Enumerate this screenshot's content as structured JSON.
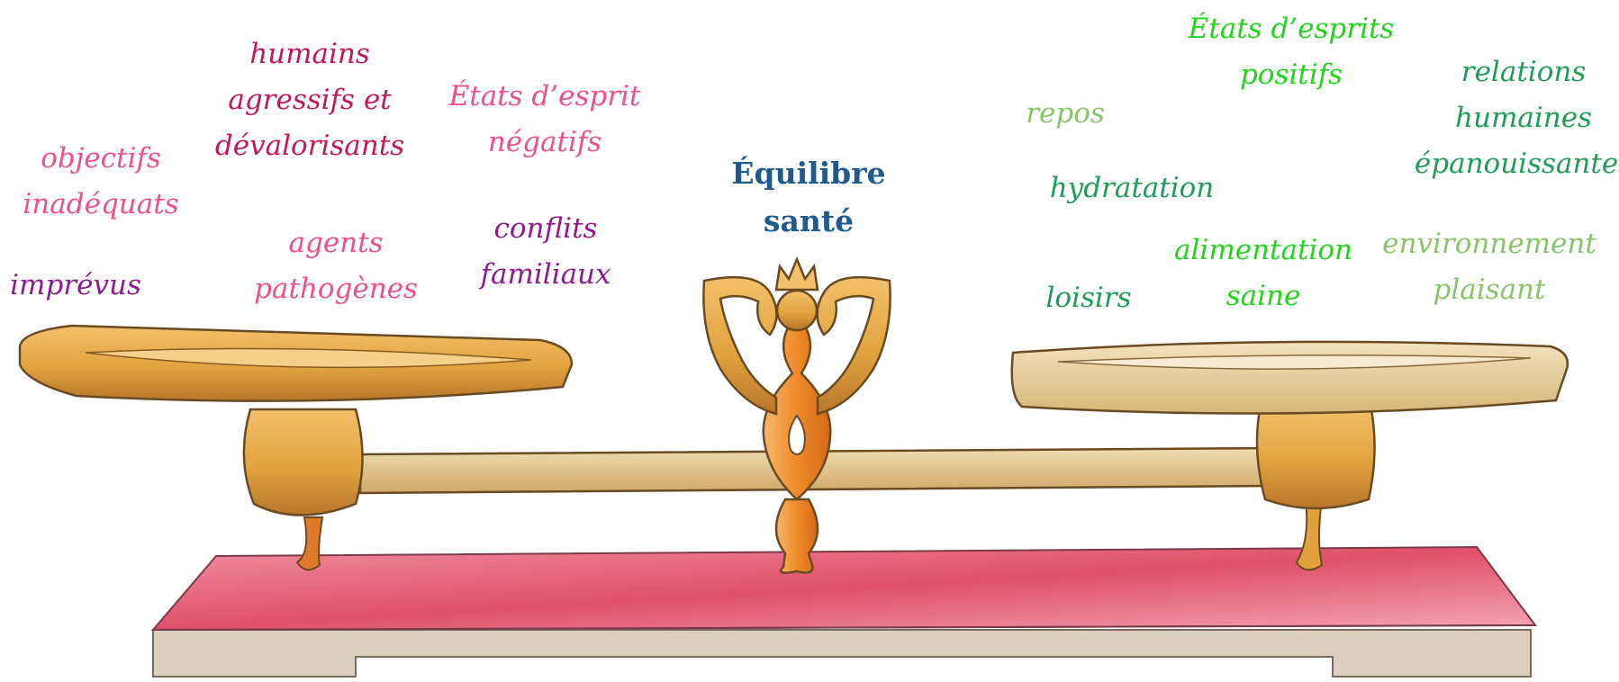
{
  "title": {
    "lines": [
      "Équilibre",
      "santé"
    ],
    "color": "#1f5a8e"
  },
  "negative_factors": [
    {
      "lines": [
        "humains",
        "agressifs et",
        "dévalorisants"
      ],
      "color": "#c2185b"
    },
    {
      "lines": [
        "États d’esprit",
        "négatifs"
      ],
      "color": "#ee4f8d"
    },
    {
      "lines": [
        "objectifs",
        "inadéquats"
      ],
      "color": "#ee4f8d"
    },
    {
      "lines": [
        "agents",
        "pathogènes"
      ],
      "color": "#ee4f8d"
    },
    {
      "lines": [
        "conflits",
        "familiaux"
      ],
      "color": "#8e1a8e"
    },
    {
      "lines": [
        "imprévus"
      ],
      "color": "#8e1a8e"
    }
  ],
  "positive_factors": [
    {
      "lines": [
        "États d’esprits",
        "positifs"
      ],
      "color": "#22d51c"
    },
    {
      "lines": [
        "relations",
        "humaines",
        "épanouissantes"
      ],
      "color": "#1f9c57"
    },
    {
      "lines": [
        "repos"
      ],
      "color": "#8ac46a"
    },
    {
      "lines": [
        "hydratation"
      ],
      "color": "#1f9c57"
    },
    {
      "lines": [
        "alimentation",
        "saine"
      ],
      "color": "#22d51c"
    },
    {
      "lines": [
        "environnement",
        "plaisant"
      ],
      "color": "#8ac46a"
    },
    {
      "lines": [
        "loisirs"
      ],
      "color": "#1f9c57"
    }
  ],
  "illustration": {
    "object": "balance-scale",
    "tilt": "left pan lower",
    "colors": {
      "brass": "#e2a33e",
      "brass_dark": "#a8661c",
      "brass_light": "#f2c06a",
      "pan_right": "#e5cf9c",
      "centerpiece": "#ee8a2a",
      "base": "#e0506a",
      "base_edge": "#d7c7b5"
    }
  }
}
